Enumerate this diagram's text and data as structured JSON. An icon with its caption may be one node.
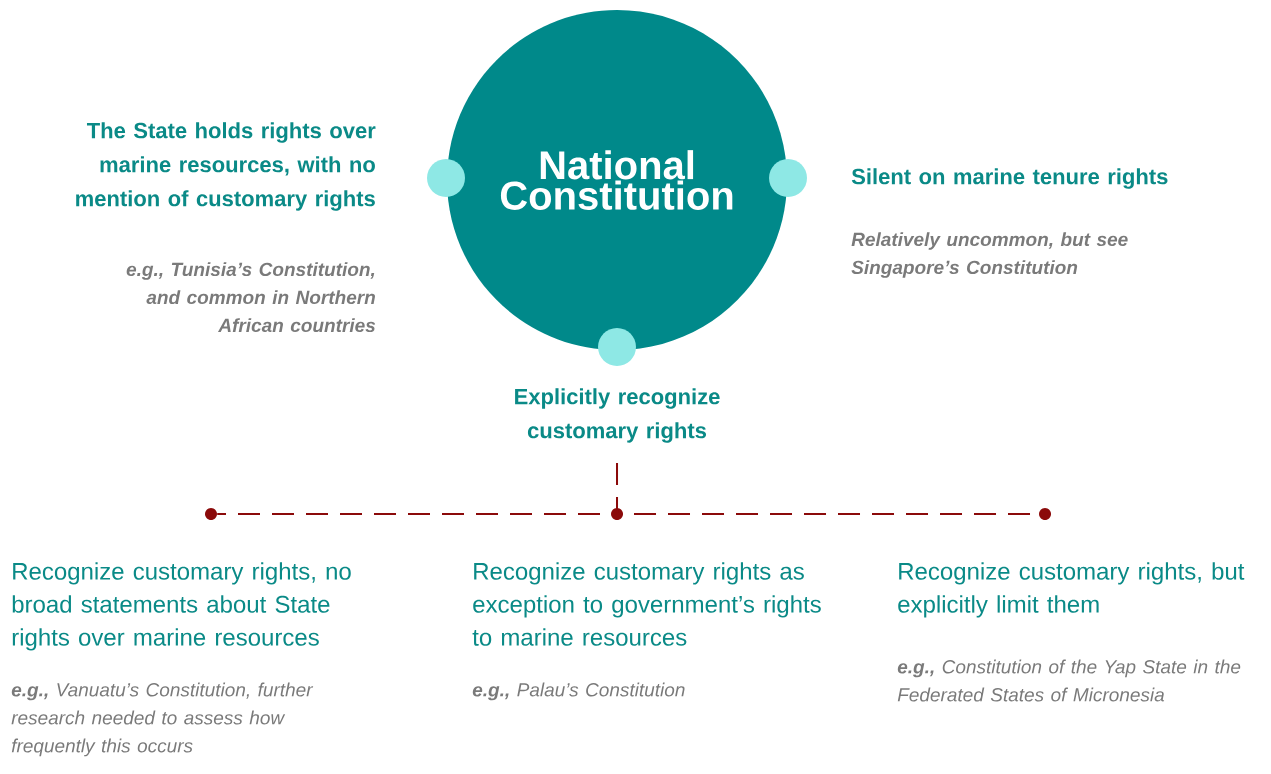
{
  "diagram": {
    "nodes": [
      {
        "text": [
          "National Constitution"
        ]
      },
      {
        "text": [
          "The State holds rights over marine resources, with no mention of customary rights",
          "**e.g.,** Tunisia’s Constitution, and common in Northern African countries"
        ]
      },
      {
        "text": [
          "Silent on marine tenure rights",
          "Relatively uncommon, but see Singapore’s Constitution"
        ]
      },
      {
        "text": [
          "Explicitly recognize customary rights"
        ]
      },
      {
        "text": [],
        "shape": "circle",
        "beside": [
          "Recognize customary rights, no broad statements about State rights over marine resources",
          "**e.g.,** Vanuatu’s Constitution, further research needed to assess how frequently this occurs"
        ]
      },
      {
        "text": [],
        "shape": "circle",
        "beside": [
          "Recognize customary rights as exception to government’s rights to marine resources",
          "**e.g.,** Palau’s Constitution"
        ]
      },
      {
        "text": [],
        "shape": "circle",
        "beside": [
          "Recognize customary rights, but explicitly limit them",
          "**e.g.,** Constitution of the Yap State in the Federated States of Micronesia"
        ]
      }
    ],
    "edges": [
      {
        "from": 3,
        "to": 4,
        "arrow": "none",
        "style": "dashed"
      },
      {
        "from": 3,
        "to": 5,
        "arrow": "none",
        "style": "dashed"
      },
      {
        "from": 3,
        "to": 6,
        "arrow": "none",
        "style": "dashed"
      }
    ]
  }
}
